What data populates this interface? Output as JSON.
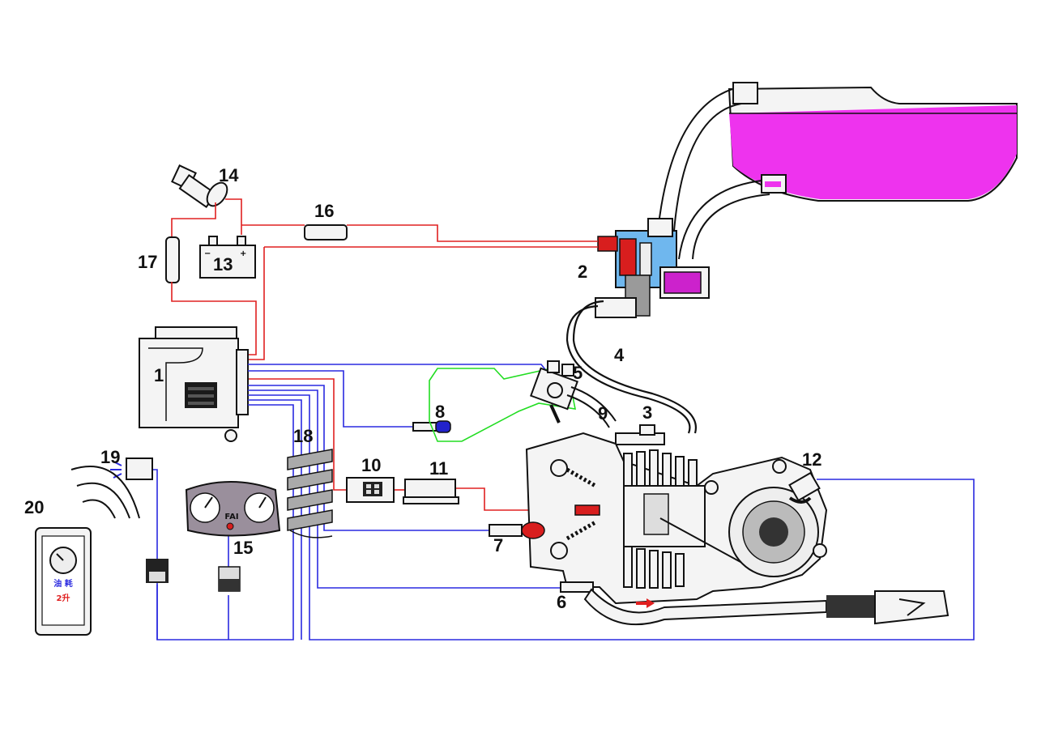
{
  "labels": {
    "l1": "1",
    "l2": "2",
    "l3": "3",
    "l4": "4",
    "l5": "5",
    "l6": "6",
    "l7": "7",
    "l8": "8",
    "l9": "9",
    "l10": "10",
    "l11": "11",
    "l12": "12",
    "l13": "13",
    "l14": "14",
    "l15": "15",
    "l16": "16",
    "l17": "17",
    "l18": "18",
    "l19": "19",
    "l20": "20"
  },
  "battery": {
    "minus": "−",
    "plus": "+"
  },
  "gauge": {
    "badge": "FAI"
  },
  "device20": {
    "line1": "油 耗",
    "line2": "2升"
  },
  "colors": {
    "fuel_tank": "#ee33ee",
    "injector_body": "#6fb7ee",
    "wire_positive": "#e02020",
    "wire_signal": "#2a2ae0",
    "intake_outline": "#22dd22"
  },
  "icons": {
    "battery": "battery-icon",
    "ignition_key": "key-switch-icon",
    "fuse": "fuse-icon",
    "ecu": "ecu-box-icon",
    "gauge": "instrument-cluster-icon",
    "wireless": "signal-waves-icon"
  }
}
